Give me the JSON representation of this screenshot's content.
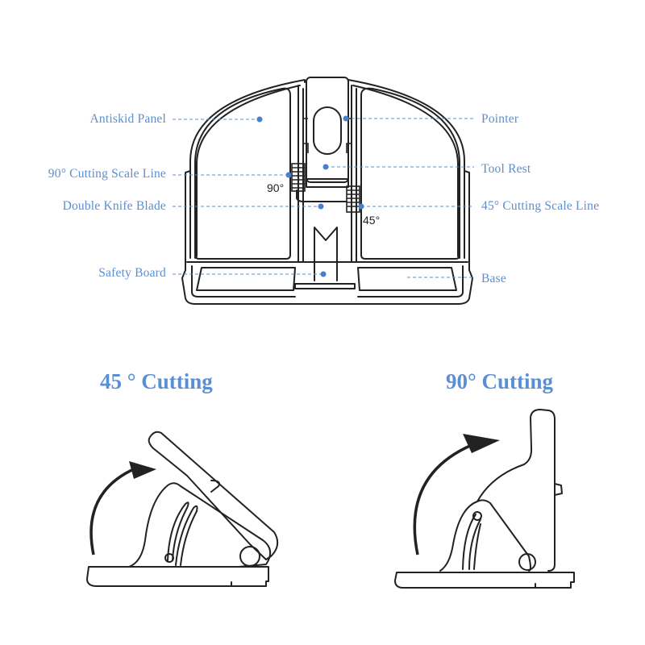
{
  "labels": {
    "antiskid_panel": "Antiskid Panel",
    "cutting_90_scale": "90° Cutting Scale Line",
    "double_knife_blade": "Double Knife Blade",
    "safety_board": "Safety Board",
    "pointer": "Pointer",
    "tool_rest": "Tool Rest",
    "cutting_45_scale": "45° Cutting Scale Line",
    "base": "Base"
  },
  "scale_marks": {
    "deg90": "90°",
    "deg45": "45°"
  },
  "titles": {
    "cutting_45": "45 ° Cutting",
    "cutting_90": "90° Cutting"
  },
  "colors": {
    "label": "#5b8fd0",
    "title": "#5a8fd6",
    "line": "#222222"
  }
}
